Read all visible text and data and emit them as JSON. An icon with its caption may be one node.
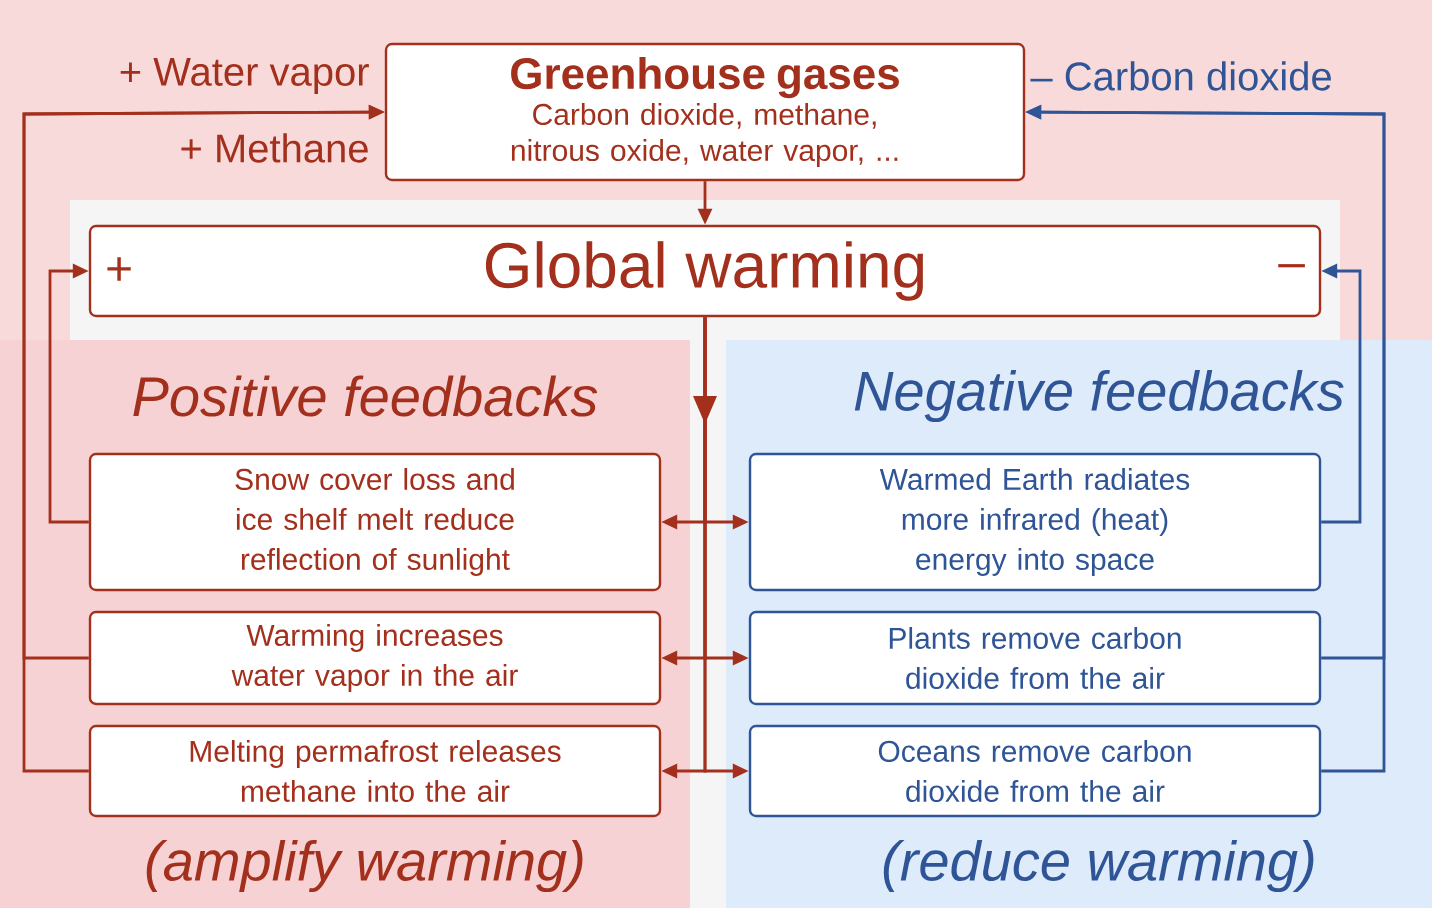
{
  "diagram": {
    "nodes": [
      {
        "text": [
          "Greenhouse gases",
          "Carbon dioxide, methane, nitrous oxide, water vapor, ..."
        ]
      },
      {
        "text": [
          "+",
          "Global warming",
          "–"
        ]
      },
      {
        "text": [
          "Positive feedbacks",
          "(amplify warming)"
        ]
      },
      {
        "text": [
          "Snow cover loss and ice shelf melt reduce reflection of sunlight"
        ],
        "in": 2
      },
      {
        "text": [
          "Warming increases water vapor in the air"
        ],
        "in": 2
      },
      {
        "text": [
          "Melting permafrost releases methane into the air"
        ],
        "in": 2
      },
      {
        "text": [
          "Negative feedbacks",
          "(reduce warming)"
        ]
      },
      {
        "text": [
          "Warmed Earth radiates more infrared (heat) energy into space"
        ],
        "in": 6
      },
      {
        "text": [
          "Plants remove carbon dioxide from the air"
        ],
        "in": 6
      },
      {
        "text": [
          "Oceans remove carbon dioxide from the air"
        ],
        "in": 6
      }
    ],
    "edges": [
      {
        "from": 0,
        "to": 1,
        "arrow": "to"
      },
      {
        "from": 1,
        "to": 3,
        "arrow": "to"
      },
      {
        "from": 1,
        "to": 4,
        "arrow": "to"
      },
      {
        "from": 1,
        "to": 5,
        "arrow": "to"
      },
      {
        "from": 1,
        "to": 7,
        "arrow": "to"
      },
      {
        "from": 1,
        "to": 8,
        "arrow": "to"
      },
      {
        "from": 1,
        "to": 9,
        "arrow": "to"
      },
      {
        "from": 3,
        "to": 1,
        "arrow": "to"
      },
      {
        "from": 4,
        "to": 0,
        "arrow": "to",
        "label": "+ Water vapor"
      },
      {
        "from": 5,
        "to": 0,
        "arrow": "to",
        "label": "+ Methane"
      },
      {
        "from": 7,
        "to": 1,
        "arrow": "to",
        "color": "#2f5597"
      },
      {
        "from": 8,
        "to": 0,
        "arrow": "to",
        "color": "#2f5597",
        "label": "– Carbon dioxide"
      },
      {
        "from": 9,
        "to": 0,
        "arrow": "to",
        "color": "#2f5597"
      }
    ]
  }
}
